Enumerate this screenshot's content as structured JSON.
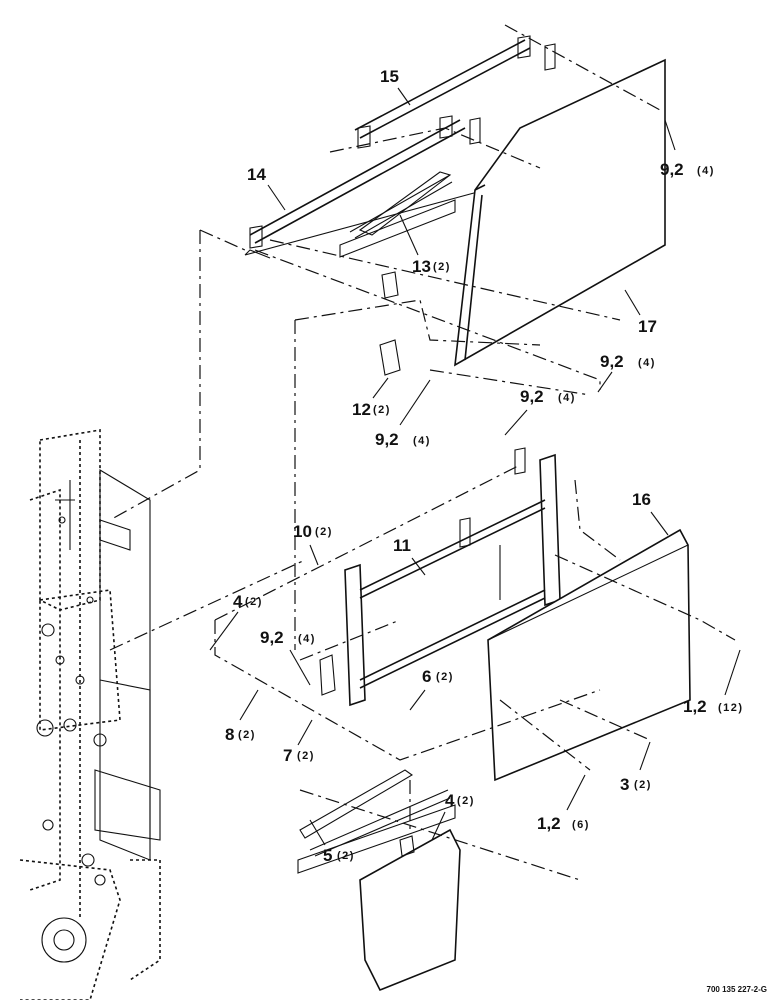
{
  "callouts": {
    "c1": {
      "num": "15",
      "qty": ""
    },
    "c2": {
      "num": "14",
      "qty": ""
    },
    "c3": {
      "num": "9,2",
      "qty": "(4)"
    },
    "c4": {
      "num": "13",
      "qty": "(2)"
    },
    "c5": {
      "num": "17",
      "qty": ""
    },
    "c6": {
      "num": "9,2",
      "qty": "(4)"
    },
    "c7": {
      "num": "12",
      "qty": "(2)"
    },
    "c8": {
      "num": "9,2",
      "qty": "(4)"
    },
    "c9": {
      "num": "9,2",
      "qty": "(4)"
    },
    "c10": {
      "num": "16",
      "qty": ""
    },
    "c11": {
      "num": "10",
      "qty": "(2)"
    },
    "c12": {
      "num": "11",
      "qty": ""
    },
    "c13": {
      "num": "4",
      "qty": "(2)"
    },
    "c14": {
      "num": "9,2",
      "qty": "(4)"
    },
    "c15": {
      "num": "6",
      "qty": "(2)"
    },
    "c16": {
      "num": "8",
      "qty": "(2)"
    },
    "c17": {
      "num": "7",
      "qty": "(2)"
    },
    "c18": {
      "num": "1,2",
      "qty": "(12)"
    },
    "c19": {
      "num": "3",
      "qty": "(2)"
    },
    "c20": {
      "num": "1,2",
      "qty": "(6)"
    },
    "c21": {
      "num": "4",
      "qty": "(2)"
    },
    "c22": {
      "num": "5",
      "qty": "(2)"
    }
  },
  "drawing_number": "700 135 227-2-G"
}
